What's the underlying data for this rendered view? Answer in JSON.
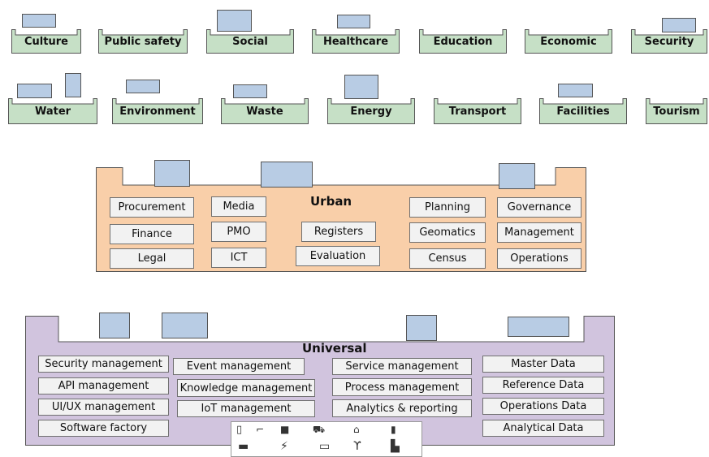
{
  "domains_row1": [
    "Culture",
    "Public safety",
    "Social",
    "Healthcare",
    "Education",
    "Economic",
    "Security"
  ],
  "domains_row2": [
    "Water",
    "Environment",
    "Waste",
    "Energy",
    "Transport",
    "Facilities",
    "Tourism"
  ],
  "urban": {
    "title": "Urban",
    "items": [
      "Procurement",
      "Finance",
      "Legal",
      "Media",
      "PMO",
      "ICT",
      "Registers",
      "Evaluation",
      "Planning",
      "Geomatics",
      "Census",
      "Governance",
      "Management",
      "Operations"
    ]
  },
  "universal": {
    "title": "Universal",
    "items": [
      "Security management",
      "API management",
      "UI/UX management",
      "Software factory",
      "Event management",
      "Knowledge management",
      "IoT management",
      "Service management",
      "Process management",
      "Analytics & reporting",
      "Master Data",
      "Reference Data",
      "Operations Data",
      "Analytical Data"
    ]
  },
  "colors": {
    "domain_fill": "#c6e0c6",
    "urban_fill": "#f9cfa9",
    "universal_fill": "#d1c4de",
    "square_fill": "#b8cce4",
    "chip_fill": "#f2f2f2",
    "outline": "#555555"
  },
  "icon_names": [
    "mobile-icon",
    "video-security-icon",
    "wearables-icon",
    "object-tracking-icon",
    "utility-metering-icon",
    "environment-monitoring-icon",
    "car-icon",
    "energy-icon",
    "display-icon",
    "antenna-icon",
    "city-icon"
  ]
}
